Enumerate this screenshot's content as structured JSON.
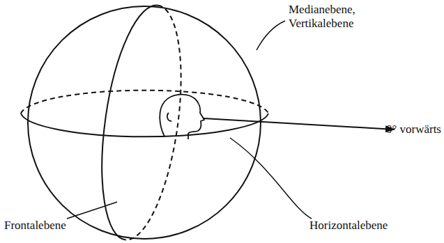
{
  "diagram": {
    "labels": [
      "Medianebene, Vertikalebene",
      "0° vorwärts",
      "Frontalebene",
      "Horizontalebene"
    ]
  }
}
